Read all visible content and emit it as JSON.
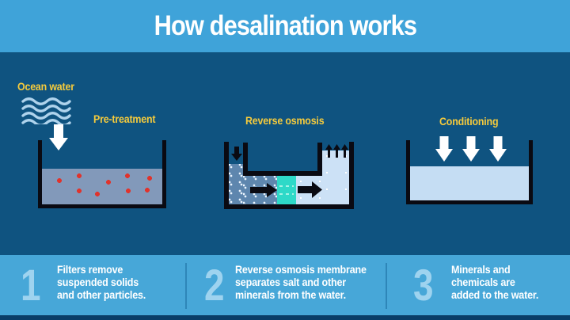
{
  "title": "How desalination works",
  "diagram": {
    "source_label": "Ocean water",
    "stage_labels": {
      "pretreatment": "Pre-treatment",
      "reverse_osmosis": "Reverse osmosis",
      "conditioning": "Conditioning"
    }
  },
  "steps": [
    {
      "number": "1",
      "lines": [
        "Filters remove",
        "suspended solids",
        "and other particles."
      ]
    },
    {
      "number": "2",
      "lines": [
        "Reverse osmosis membrane",
        "separates salt and other",
        "minerals from the water."
      ]
    },
    {
      "number": "3",
      "lines": [
        "Minerals and",
        "chemicals are",
        "added to the water."
      ]
    }
  ],
  "colors": {
    "banner_blue": "#3FA3D9",
    "main_blue": "#0F5380",
    "panel_blue": "#47A7D8",
    "footer_navy": "#0A3E68",
    "label_yellow": "#F6CB3C",
    "outline_black": "#0A0A12",
    "pretreat_water": "#8299BA",
    "particle_red": "#E0332C",
    "salty_water": "#5E86AE",
    "fresh_water": "#CCE1F6",
    "membrane_teal": "#2ED9C8",
    "step_number_blue": "#9ED3EF"
  }
}
